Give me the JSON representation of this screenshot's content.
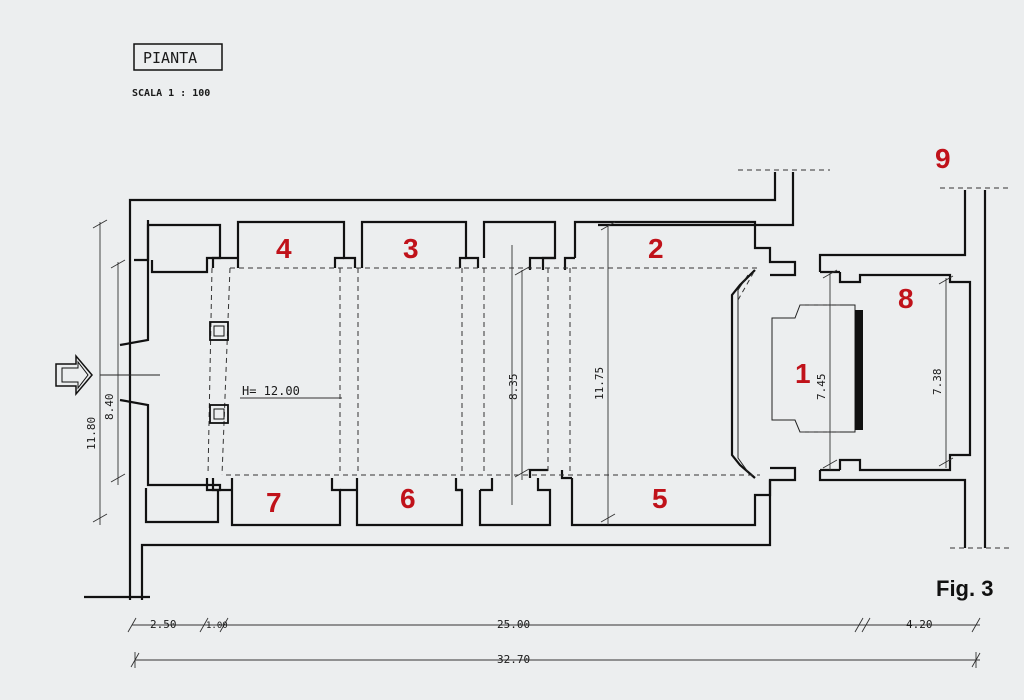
{
  "drawing": {
    "title": "PIANTA",
    "scale": "SCALA  1 : 100",
    "figure_label": "Fig. 3"
  },
  "rooms": [
    "1",
    "2",
    "3",
    "4",
    "5",
    "6",
    "7",
    "8",
    "9"
  ],
  "height_note": "H= 12.00",
  "dimensions": {
    "d_11_80": "11.80",
    "d_8_40": "8.40",
    "d_8_35": "8.35",
    "d_11_75": "11.75",
    "d_7_45": "7.45",
    "d_7_38": "7.38",
    "d_2_50": "2.50",
    "d_1_00": "1.00",
    "d_25_00": "25.00",
    "d_4_20": "4.20",
    "d_32_70": "32.70"
  },
  "icons": {
    "entrance": "entrance-arrow-icon"
  }
}
